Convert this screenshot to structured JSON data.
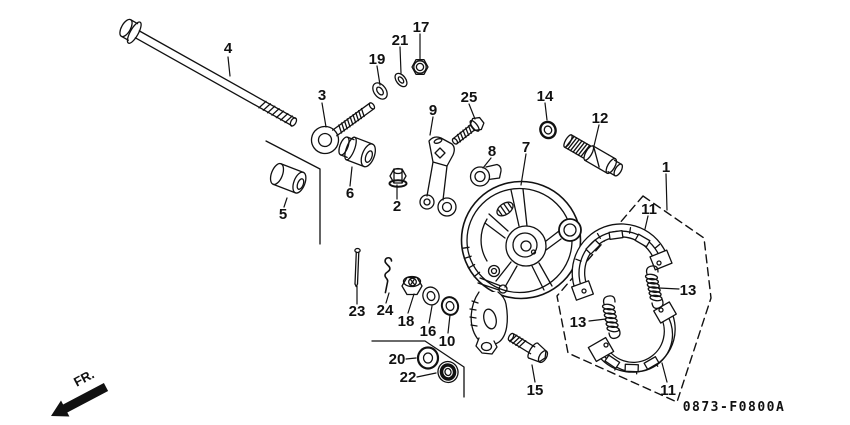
{
  "diagram": {
    "code": "0873-F0800A",
    "direction_indicator": "FR.",
    "colors": {
      "background": "#ffffff",
      "line": "#111111"
    },
    "callouts": {
      "c1": "1",
      "c2": "2",
      "c3": "3",
      "c4": "4",
      "c5": "5",
      "c6": "6",
      "c7": "7",
      "c8": "8",
      "c9": "9",
      "c10": "10",
      "c11_top": "11",
      "c11_bottom": "11",
      "c12": "12",
      "c13_left": "13",
      "c13_right": "13",
      "c14": "14",
      "c15": "15",
      "c16": "16",
      "c17": "17",
      "c18": "18",
      "c19": "19",
      "c20": "20",
      "c21": "21",
      "c22": "22",
      "c23": "23",
      "c24": "24",
      "c25": "25"
    }
  }
}
